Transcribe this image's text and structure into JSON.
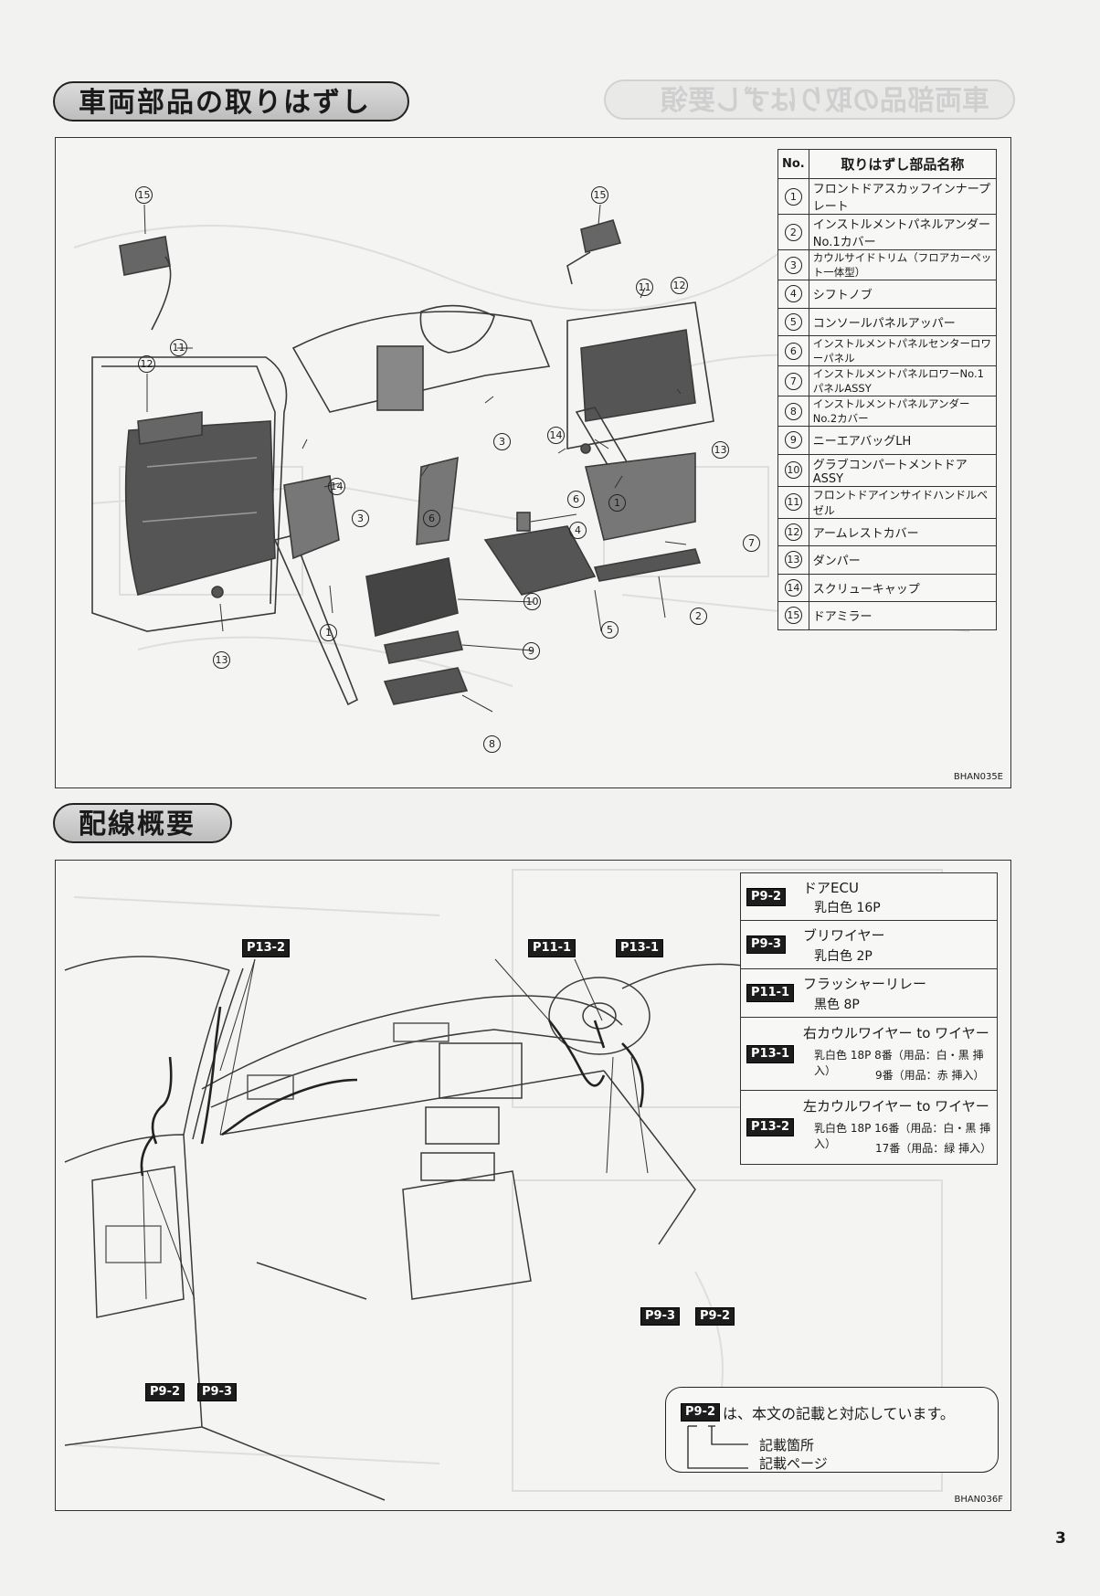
{
  "section1": {
    "title": "車両部品の取りはずし",
    "ghost_title": "車両部品の取りはずし要領"
  },
  "parts_table": {
    "header_no": "No.",
    "header_name": "取りはずし部品名称",
    "rows": [
      {
        "no": "1",
        "name": "フロントドアスカッフインナープレート"
      },
      {
        "no": "2",
        "name": "インストルメントパネルアンダーNo.1カバー"
      },
      {
        "no": "3",
        "name": "カウルサイドトリム（フロアカーペット一体型）"
      },
      {
        "no": "4",
        "name": "シフトノブ"
      },
      {
        "no": "5",
        "name": "コンソールパネルアッパー"
      },
      {
        "no": "6",
        "name": "インストルメントパネルセンターロワーパネル"
      },
      {
        "no": "7",
        "name": "インストルメントパネルロワーNo.1パネルASSY"
      },
      {
        "no": "8",
        "name": "インストルメントパネルアンダーNo.2カバー"
      },
      {
        "no": "9",
        "name": "ニーエアバッグLH"
      },
      {
        "no": "10",
        "name": "グラブコンパートメントドアASSY"
      },
      {
        "no": "11",
        "name": "フロントドアインサイドハンドルベゼル"
      },
      {
        "no": "12",
        "name": "アームレストカバー"
      },
      {
        "no": "13",
        "name": "ダンパー"
      },
      {
        "no": "14",
        "name": "スクリューキャップ"
      },
      {
        "no": "15",
        "name": "ドアミラー"
      }
    ]
  },
  "diagram1_code": "BHAN035E",
  "section2": {
    "title": "配線概要"
  },
  "connectors": [
    {
      "tag": "P9-2",
      "line1": "ドアECU",
      "line2": "乳白色 16P"
    },
    {
      "tag": "P9-3",
      "line1": "ブリワイヤー",
      "line2": "乳白色 2P"
    },
    {
      "tag": "P11-1",
      "line1": "フラッシャーリレー",
      "line2": "黒色 8P"
    },
    {
      "tag": "P13-1",
      "line1": "右カウルワイヤー to ワイヤー",
      "line2": "乳白色 18P 8番（用品：白・黒 挿入）",
      "line3": "9番（用品：赤 挿入）"
    },
    {
      "tag": "P13-2",
      "line1": "左カウルワイヤー to ワイヤー",
      "line2": "乳白色 18P 16番（用品：白・黒 挿入）",
      "line3": "17番（用品：緑 挿入）"
    }
  ],
  "diagram2_tags": {
    "p13_2": "P13-2",
    "p11_1": "P11-1",
    "p13_1": "P13-1",
    "p9_3_a": "P9-3",
    "p9_2_a": "P9-2",
    "p9_2_b": "P9-2",
    "p9_3_b": "P9-3"
  },
  "note": {
    "tag": "P9-2",
    "text": "は、本文の記載と対応しています。",
    "label1": "記載箇所",
    "label2": "記載ページ"
  },
  "diagram2_code": "BHAN036F",
  "page_number": "3"
}
